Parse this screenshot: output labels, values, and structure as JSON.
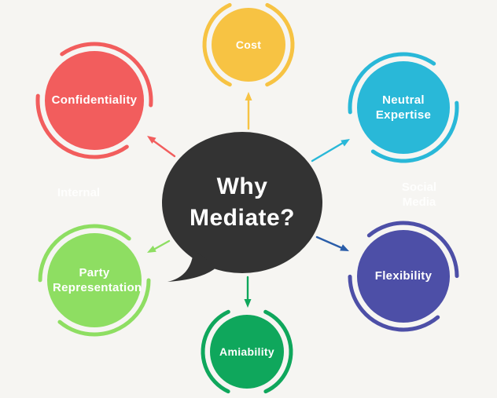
{
  "background_color": "#f6f5f2",
  "node_text_color": "#ffffff",
  "center_bubble": {
    "text_line1": "Why",
    "text_line2": "Mediate?",
    "color": "#333333",
    "text_color": "#ffffff"
  },
  "watermarks": {
    "left": "Internal",
    "right": "Social Media",
    "color": "#ffffff"
  },
  "nodes": {
    "cost": {
      "label": "Cost",
      "color": "#f7c343"
    },
    "confidentiality": {
      "label": "Confidentiality",
      "color": "#f25d5d"
    },
    "neutral_expertise": {
      "label": "Neutral Expertise",
      "color": "#29b8d8"
    },
    "flexibility": {
      "label": "Flexibility",
      "color": "#4d4fa7"
    },
    "party_representation": {
      "label": "Party Representation",
      "color": "#8ede62"
    },
    "amiability": {
      "label": "Amiability",
      "color": "#0fa75c"
    }
  },
  "arrows": {
    "cost": "#f7c343",
    "confidentiality": "#f25d5d",
    "neutral_expertise": "#29b8d8",
    "flexibility": "#2a5da9",
    "party_representation": "#8ede62",
    "amiability": "#0fa75c"
  }
}
